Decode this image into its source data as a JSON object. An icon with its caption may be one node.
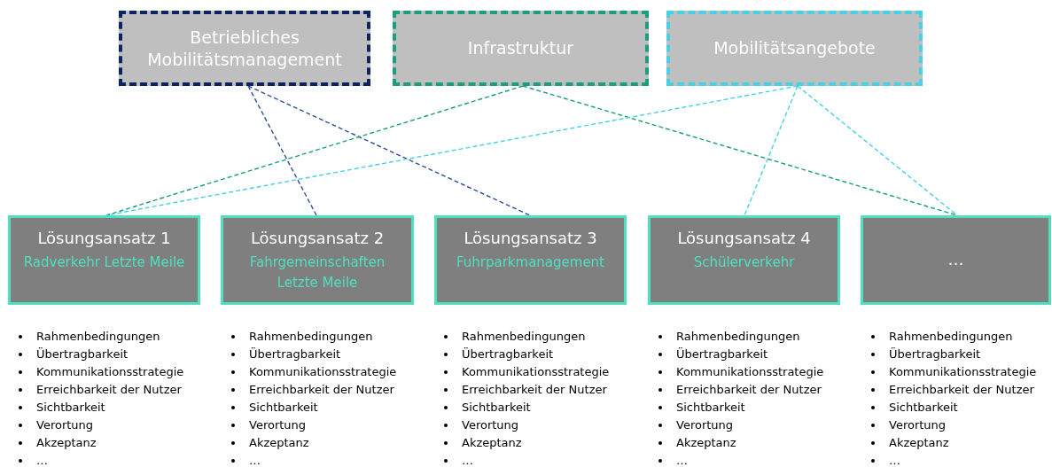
{
  "diagram": {
    "nodes": [
      {
        "text": [
          "Betriebliches Mobilitätsmanagement"
        ]
      },
      {
        "text": [
          "Infrastruktur"
        ]
      },
      {
        "text": [
          "Mobilitätsangebote"
        ]
      },
      {
        "text": [
          "Lösungsansatz 1",
          "Radverkehr Letzte Meile"
        ]
      },
      {
        "text": [
          "Lösungsansatz 2",
          "Fahrgemeinschaften Letzte Meile"
        ]
      },
      {
        "text": [
          "Lösungsansatz 3",
          "Fuhrparkmanagement"
        ]
      },
      {
        "text": [
          "Lösungsansatz 4",
          "Schülerverkehr"
        ]
      },
      {
        "text": [
          "…"
        ]
      }
    ],
    "edges": [
      {
        "from": 0,
        "to": 4,
        "arrow": "none",
        "style": "dashed",
        "color": "#2f4f9a"
      },
      {
        "from": 0,
        "to": 5,
        "arrow": "none",
        "style": "dashed",
        "color": "#2f4f9a"
      },
      {
        "from": 1,
        "to": 3,
        "arrow": "none",
        "style": "dashed",
        "color": "#1a9e7e"
      },
      {
        "from": 1,
        "to": 7,
        "arrow": "none",
        "style": "dashed",
        "color": "#1a9e7e"
      },
      {
        "from": 2,
        "to": 3,
        "arrow": "none",
        "style": "dashed",
        "color": "#46d1e6"
      },
      {
        "from": 2,
        "to": 6,
        "arrow": "none",
        "style": "dashed",
        "color": "#46d1e6"
      },
      {
        "from": 2,
        "to": 7,
        "arrow": "none",
        "style": "dashed",
        "color": "#46d1e6"
      }
    ],
    "labels": [
      "Rahmenbedingungen",
      "Übertragbarkeit",
      "Kommunikationsstrategie",
      "Erreichbarkeit der Nutzer",
      "Sichtbarkeit",
      "Verortung",
      "Akzeptanz",
      "…",
      "Rahmenbedingungen",
      "Übertragbarkeit",
      "Kommunikationsstrategie",
      "Erreichbarkeit der Nutzer",
      "Sichtbarkeit",
      "Verortung",
      "Akzeptanz",
      "…",
      "Rahmenbedingungen",
      "Übertragbarkeit",
      "Kommunikationsstrategie",
      "Erreichbarkeit der Nutzer",
      "Sichtbarkeit",
      "Verortung",
      "Akzeptanz",
      "…",
      "Rahmenbedingungen",
      "Übertragbarkeit",
      "Kommunikationsstrategie",
      "Erreichbarkeit der Nutzer",
      "Sichtbarkeit",
      "Verortung",
      "Akzeptanz",
      "…",
      "Rahmenbedingungen",
      "Übertragbarkeit",
      "Kommunikationsstrategie",
      "Erreichbarkeit der Nutzer",
      "Sichtbarkeit",
      "Verortung",
      "Akzeptanz",
      "…"
    ]
  }
}
